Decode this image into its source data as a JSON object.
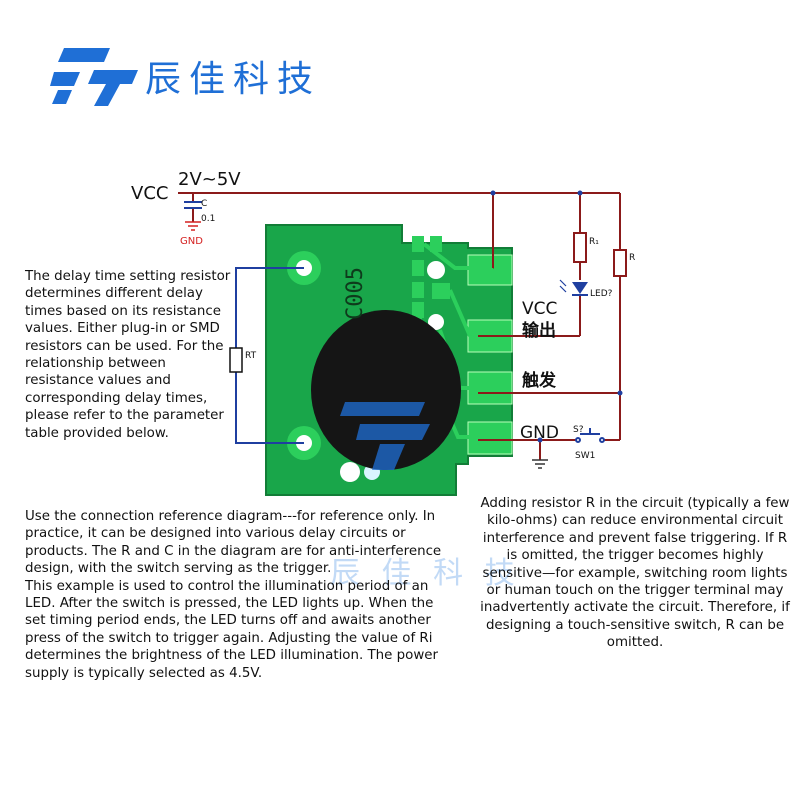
{
  "brand": {
    "name": "辰佳科技",
    "logo_icon": "ct-logo-icon",
    "color": "#1f6fd6"
  },
  "circuit": {
    "vcc_left": "VCC",
    "voltage": "2V~5V",
    "cap_label": "C",
    "cap_value": "0.1",
    "gnd_left": "GND",
    "board_marking": "C005",
    "rt_label": "RT",
    "r1_label": "R₁",
    "r_label": "R",
    "led_label": "LED?",
    "pin_vcc": "VCC",
    "pin_output": "输出",
    "pin_trigger": "触发",
    "pin_gnd": "GND",
    "switch_ref": "S?",
    "switch_name": "SW1",
    "wire_color": "#8b1a1a",
    "board_color": "#19a64a",
    "gnd_color": "#d42020"
  },
  "texts": {
    "left_note": "The delay time setting resistor determines different delay times based on its resistance values. Either plug-in or SMD resistors can be used. For the relationship between resistance values and corresponding delay times, please refer to the parameter table provided below.",
    "bottom_note_1": "Use the connection reference diagram---for reference only. In practice, it can be designed into various delay circuits or products. The R and C in the diagram are for anti-interference design, with the switch serving as the trigger.",
    "bottom_note_2": "This example is used to control the illumination period of an LED. After the switch is pressed, the LED lights up. When the set timing period ends, the LED turns off and awaits another press of the switch to trigger again. Adjusting the value of Ri determines the brightness of the LED illumination. The power supply is typically selected as 4.5V.",
    "right_note": "Adding resistor R in the circuit (typically a few kilo-ohms) can reduce environmental circuit interference and prevent false triggering. If R is omitted, the trigger becomes highly sensitive—for example, switching room lights or human touch on the trigger terminal may inadvertently activate the circuit. Therefore, if designing a touch-sensitive switch, R can be omitted."
  },
  "watermark": "辰 佳 科 技"
}
